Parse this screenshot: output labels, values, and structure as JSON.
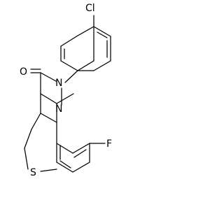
{
  "diagram": {
    "type": "chemical-structure",
    "atom_labels": {
      "chlorine": "Cl",
      "oxygen": "O",
      "nitrogen_1": "N",
      "nitrogen_2": "N",
      "sulfur": "S",
      "fluorine": "F"
    },
    "colors": {
      "ink": "#000000",
      "background": "#ffffff"
    }
  }
}
